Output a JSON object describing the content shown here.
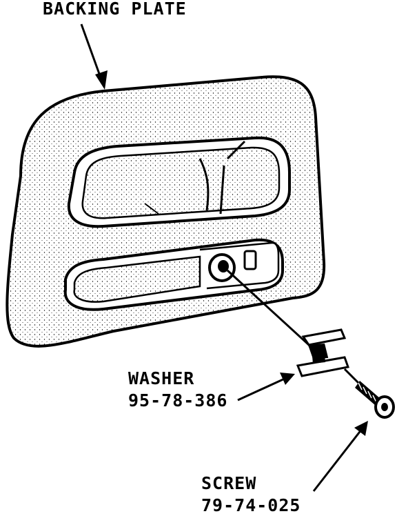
{
  "labels": {
    "backing_plate": "BACKING PLATE",
    "washer_name": "WASHER",
    "washer_part": "95-78-386",
    "screw_name": "SCREW",
    "screw_part": "79-74-025"
  },
  "colors": {
    "ink": "#000000",
    "paper": "#ffffff"
  }
}
